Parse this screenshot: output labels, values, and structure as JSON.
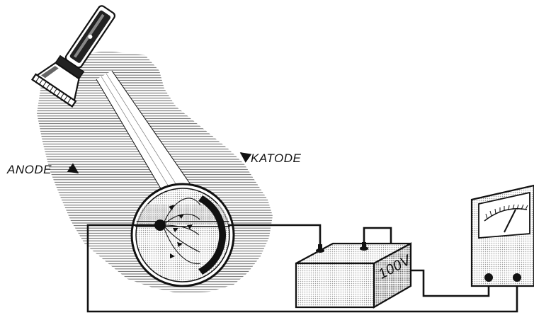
{
  "labels": {
    "anode": "ANODE",
    "katode": "KATODE",
    "battery_voltage": "100V"
  },
  "icons": {
    "flashlight": "flashlight-icon",
    "tube": "photocell-tube-icon",
    "battery": "battery-icon",
    "meter": "meter-icon",
    "arrow": "arrow-icon"
  },
  "colors": {
    "ink": "#111111",
    "paper": "#ffffff",
    "stipple": "#cfcfcf",
    "hatch": "#777777"
  }
}
